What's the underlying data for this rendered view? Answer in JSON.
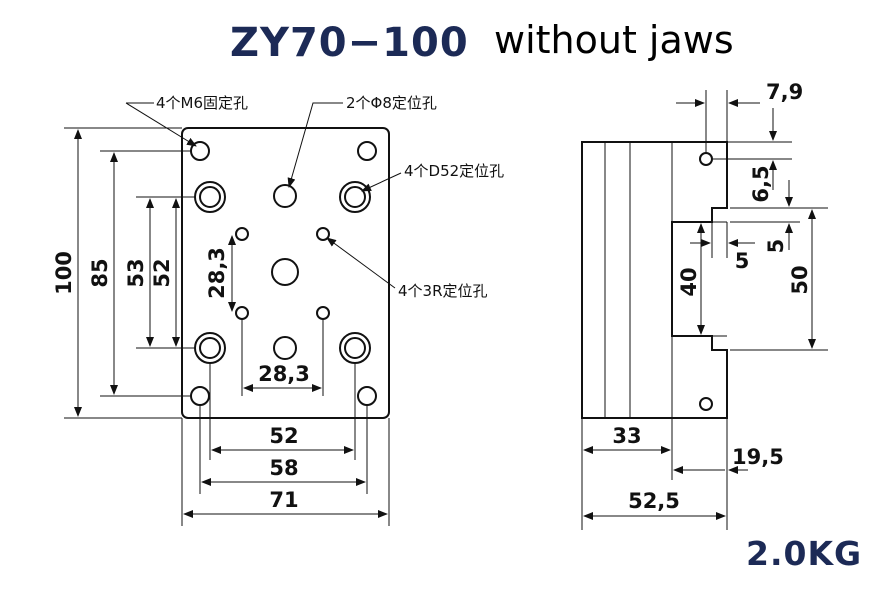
{
  "title": {
    "model": "ZY70−100",
    "note": "without jaws"
  },
  "weight": "2.0KG",
  "callouts": {
    "m6_holes": "4个M6固定孔",
    "phi8_pins": "2个Φ8定位孔",
    "d52_holes": "4个D52定位孔",
    "r3_holes": "4个3R定位孔"
  },
  "front_dims": {
    "height_total": "100",
    "height_85": "85",
    "height_53": "53",
    "height_52": "52",
    "v_28_3": "28,3",
    "h_28_3": "28,3",
    "width_52": "52",
    "width_58": "58",
    "width_71": "71"
  },
  "side_dims": {
    "d_7_9": "7,9",
    "d_6_5": "6,5",
    "d_5a": "5",
    "d_5b": "5",
    "d_40": "40",
    "d_50": "50",
    "d_33": "33",
    "d_19_5": "19,5",
    "d_52_5": "52,5"
  },
  "colors": {
    "title": "#1c2a56",
    "lines": "#111111"
  }
}
